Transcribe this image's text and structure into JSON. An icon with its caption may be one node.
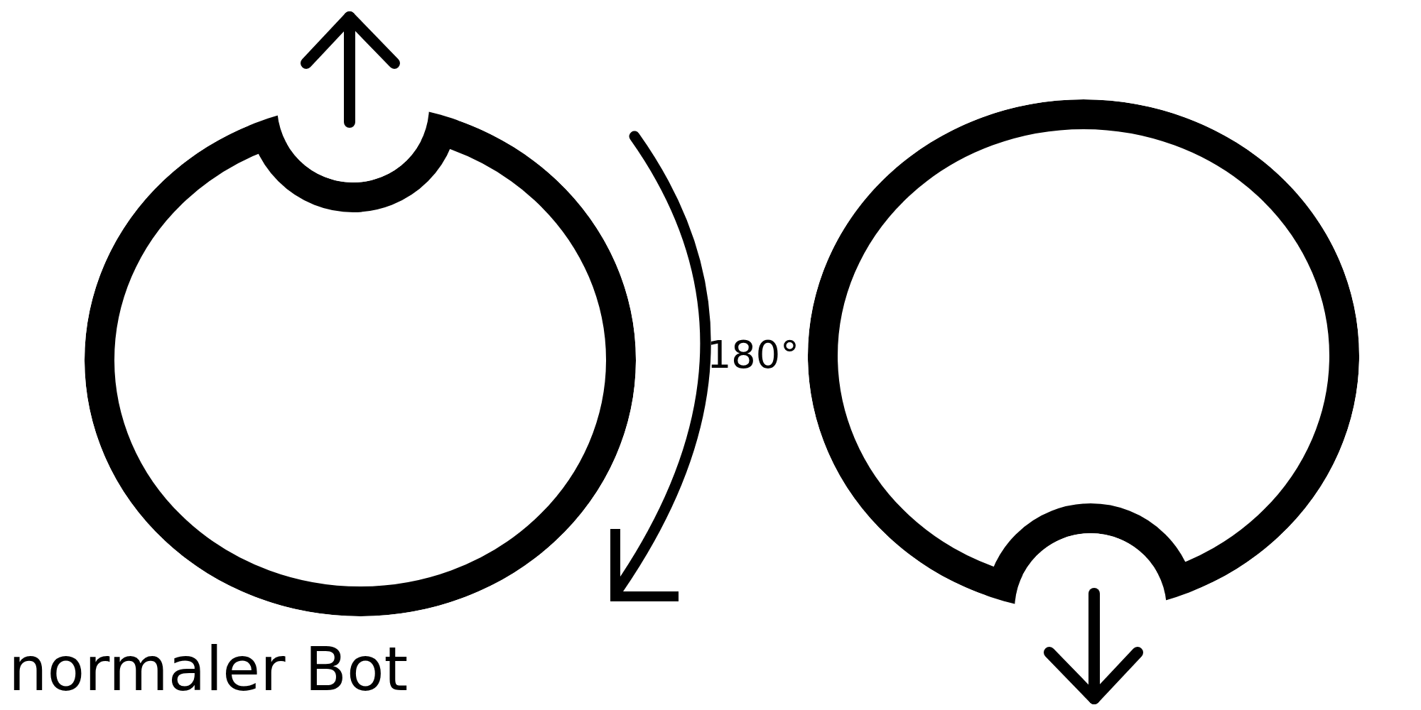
{
  "diagram": {
    "nodes": [
      {
        "text": [],
        "shape": "circle",
        "beside": [
          "normaler Bot"
        ]
      },
      {
        "text": [],
        "shape": "circle"
      }
    ],
    "labels": [
      "180°"
    ]
  }
}
